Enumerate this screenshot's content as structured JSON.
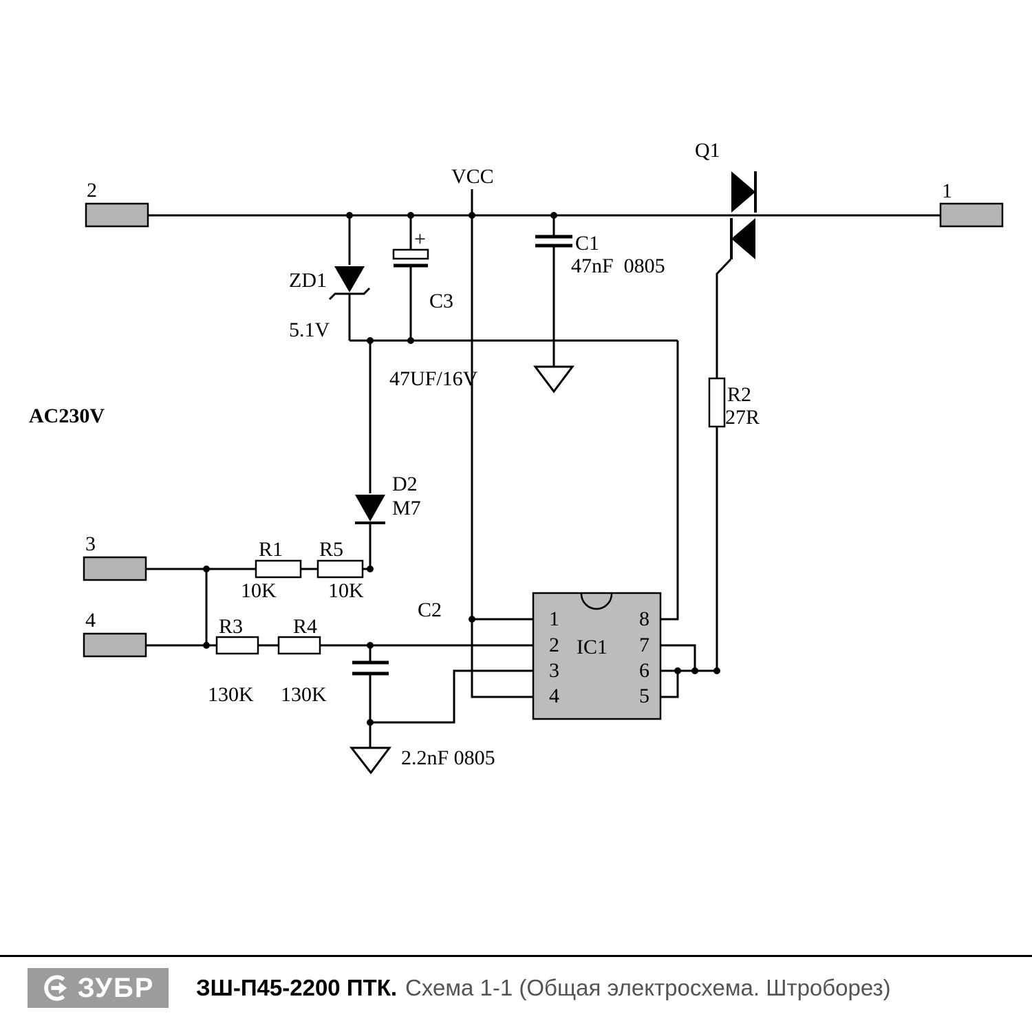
{
  "schematic": {
    "supply_label": "AC230V",
    "vcc_label": "VCC",
    "terminals": {
      "t1": "1",
      "t2": "2",
      "t3": "3",
      "t4": "4"
    },
    "components": {
      "q1": {
        "ref": "Q1"
      },
      "zd1": {
        "ref": "ZD1",
        "value": "5.1V"
      },
      "c3": {
        "ref": "C3",
        "plus": "+",
        "value": "47UF/16V"
      },
      "c1": {
        "ref": "C1",
        "value": "47nF  0805"
      },
      "r2": {
        "ref": "R2",
        "value": "27R"
      },
      "d2": {
        "ref": "D2",
        "value": "M7"
      },
      "r1": {
        "ref": "R1",
        "value": "10K"
      },
      "r5": {
        "ref": "R5",
        "value": "10K"
      },
      "r3": {
        "ref": "R3",
        "value": "130K"
      },
      "r4": {
        "ref": "R4",
        "value": "130K"
      },
      "c2": {
        "ref": "C2",
        "value": "2.2nF 0805"
      },
      "ic1": {
        "ref": "IC1",
        "pins_left": [
          "1",
          "2",
          "3",
          "4"
        ],
        "pins_right": [
          "8",
          "7",
          "6",
          "5"
        ]
      }
    },
    "colors": {
      "wire": "#000000",
      "terminal_fill": "#b5b5b5",
      "ic_fill": "#bcbcbc",
      "logo_gray": "#9c9c9c"
    }
  },
  "footer": {
    "brand": "ЗУБР",
    "model": "ЗШ-П45-2200 ПТК.",
    "subtitle": "Схема 1-1 (Общая электросхема. Штроборез)"
  }
}
